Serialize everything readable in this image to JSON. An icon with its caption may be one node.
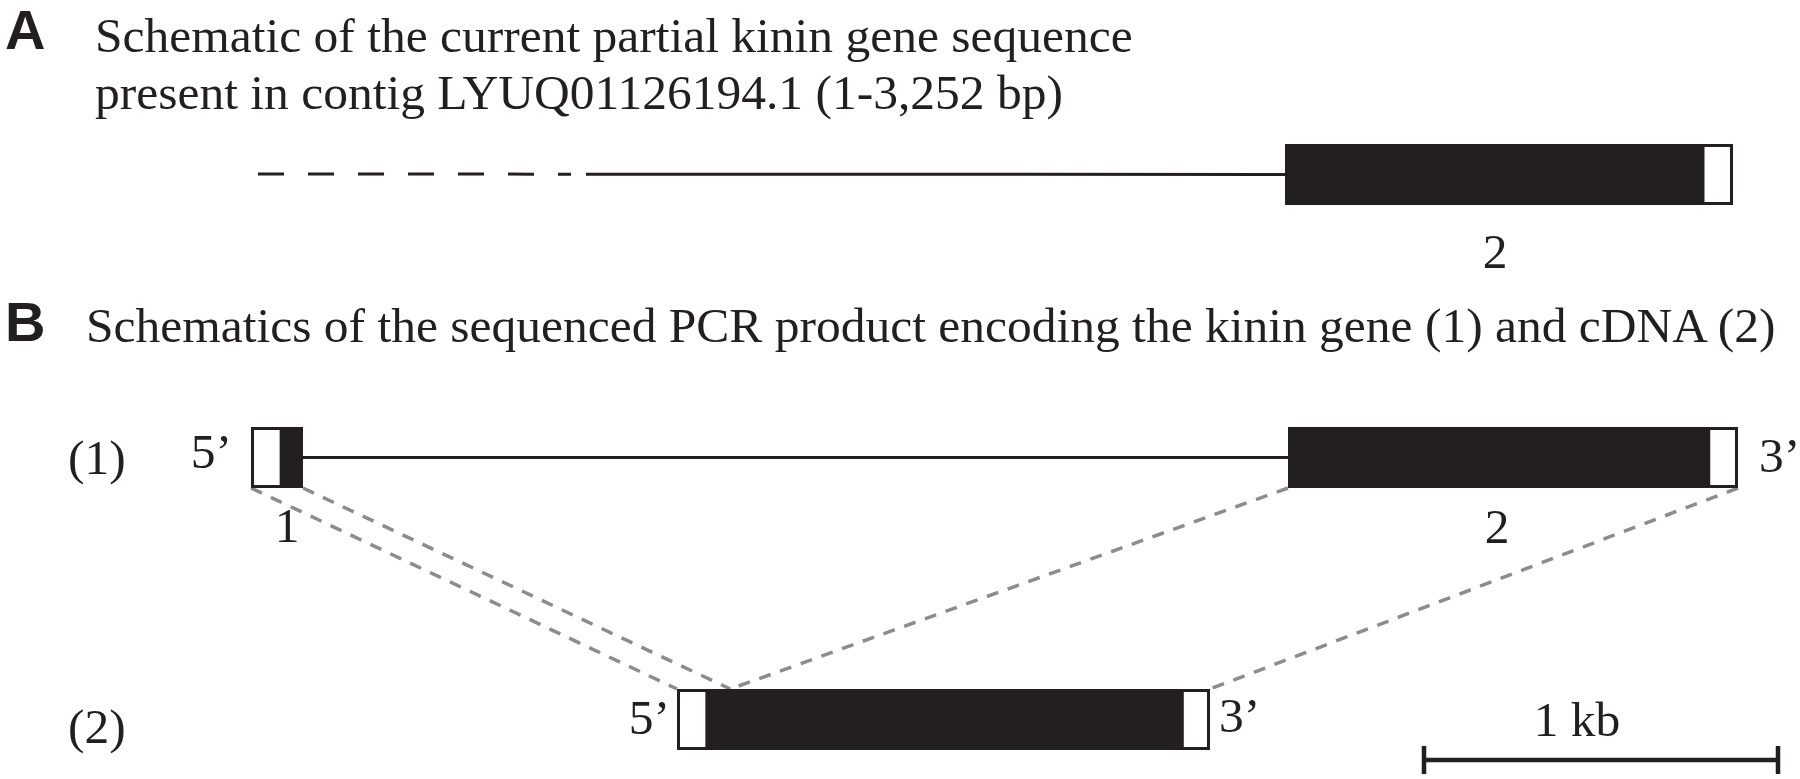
{
  "diagram": {
    "nodes": [
      {
        "text": [],
        "shape": "box",
        "beside": [
          "2"
        ]
      },
      {
        "text": [],
        "shape": "box",
        "beside": [
          "1"
        ]
      },
      {
        "text": [],
        "shape": "box",
        "beside": [
          "2"
        ]
      },
      {
        "text": [],
        "shape": "box"
      }
    ],
    "edges": [
      {
        "from": null,
        "to": 0,
        "arrow": "none",
        "style": "dashed",
        "color": "#231f20"
      },
      {
        "from": 1,
        "to": 2,
        "arrow": "none",
        "color": "#231f20"
      },
      {
        "from": 1,
        "to": 3,
        "arrow": "none",
        "style": "dashed",
        "color": "#8c8c8c"
      },
      {
        "from": 1,
        "to": 3,
        "arrow": "none",
        "style": "dashed",
        "color": "#8c8c8c"
      },
      {
        "from": 2,
        "to": 3,
        "arrow": "none",
        "style": "dashed",
        "color": "#8c8c8c"
      },
      {
        "from": 2,
        "to": 3,
        "arrow": "none",
        "style": "dashed",
        "color": "#8c8c8c"
      }
    ],
    "labels": [
      "A",
      "Schematic of the current partial kinin gene sequence present in contig LYUQ01126194.1 (1-3,252 bp)",
      "B",
      "Schematics of the sequenced PCR product encoding the kinin gene (1) and cDNA (2)",
      "(1)",
      "5’",
      "3’",
      "(2)",
      "5’",
      "3’",
      "1 kb"
    ]
  }
}
